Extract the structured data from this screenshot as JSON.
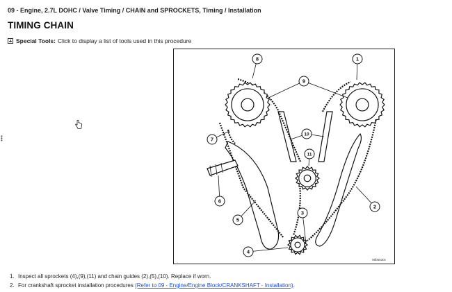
{
  "breadcrumb": "09 - Engine, 2.7L DOHC / Valve Timing / CHAIN and SPROCKETS, Timing / Installation",
  "title": "TIMING CHAIN",
  "special_tools": {
    "label": "Special Tools:",
    "text": "Click to display a list of tools used in this procedure",
    "icon": "plus-square-icon"
  },
  "figure": {
    "callouts": [
      "1",
      "2",
      "3",
      "4",
      "5",
      "6",
      "7",
      "8",
      "9",
      "10",
      "11"
    ],
    "figure_id": "80b6530c"
  },
  "steps": [
    {
      "num": "1.",
      "text": "Inspect all sprockets (4),(9),(11) and chain guides (2),(5),(10). Replace if worn.",
      "link": ""
    },
    {
      "num": "2.",
      "text": "For crankshaft sprocket installation procedures",
      "link": "(Refer to 09 - Engine/Engine Block/CRANKSHAFT - Installation)",
      "suffix": "."
    }
  ],
  "icons": {
    "cursor": "hand-cursor-icon",
    "handle": "drag-handle-icon"
  },
  "colors": {
    "link": "#1a4fd0",
    "text": "#111111"
  }
}
